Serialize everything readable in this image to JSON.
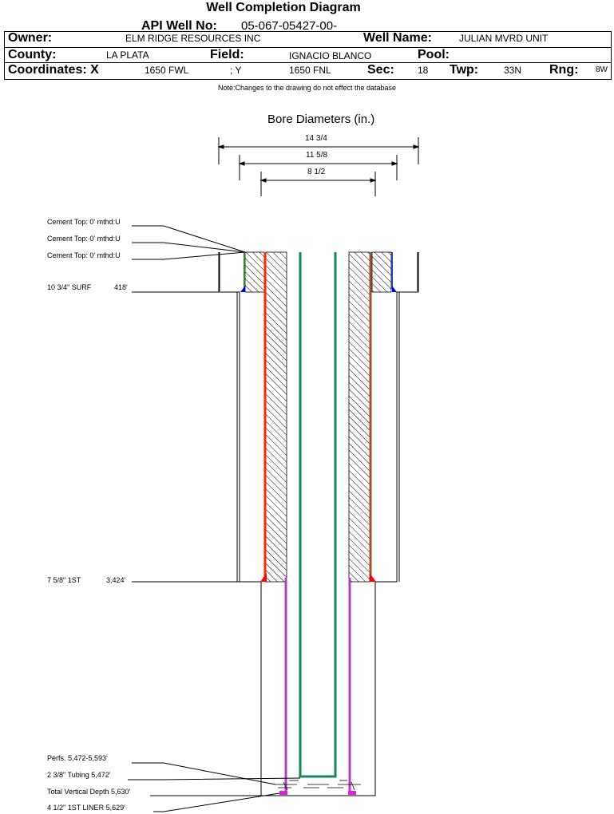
{
  "header": {
    "title": "Well Completion Diagram",
    "api_label": "API Well No:",
    "api_value": "05-067-05427-00-",
    "owner_label": "Owner:",
    "owner_value": "ELM RIDGE RESOURCES INC",
    "well_name_label": "Well Name:",
    "well_name_value": "JULIAN MVRD UNIT",
    "county_label": "County:",
    "county_value": "LA PLATA",
    "field_label": "Field:",
    "field_value": "IGNACIO BLANCO",
    "pool_label": "Pool:",
    "pool_value": "",
    "coord_x_label": "Coordinates: X",
    "coord_x_value": "1650 FWL",
    "coord_y_label": "; Y",
    "coord_y_value": "1650 FNL",
    "sec_label": "Sec:",
    "sec_value": "18",
    "twp_label": "Twp:",
    "twp_value": "33N",
    "rng_label": "Rng:",
    "rng_value": "8W",
    "note": "Note:Changes to the drawing do not effect the database"
  },
  "diagram": {
    "bore_title": "Bore Diameters (in.)",
    "bore_dims": [
      "14 3/4",
      "11 5/8",
      "8 1/2"
    ],
    "annotations": {
      "cement_top_1": "Cement Top: 0' mthd:U",
      "cement_top_2": "Cement Top: 0' mthd:U",
      "cement_top_3": "Cement Top: 0' mthd:U",
      "surf_casing": "10 3/4\" SURF",
      "surf_depth": "418'",
      "first_casing": "7 5/8\" 1ST",
      "first_depth": "3,424'",
      "perfs": "Perfs. 5,472-5,593'",
      "tubing": "2 3/8\" Tubing 5,472'",
      "tvd": "Total Vertical Depth 5,630'",
      "liner": "4 1/2\" 1ST LINER  5,629'"
    },
    "colors": {
      "surface_casing": "#2e8b2e",
      "intermediate_casing": "#ff2a00",
      "intermediate_casing_right": "#a0522d",
      "tubing": "#118a55",
      "liner": "#b040c0",
      "shoe_blue": "#0000ff",
      "shoe_red": "#ff0000",
      "shoe_magenta": "#e020e0"
    }
  }
}
